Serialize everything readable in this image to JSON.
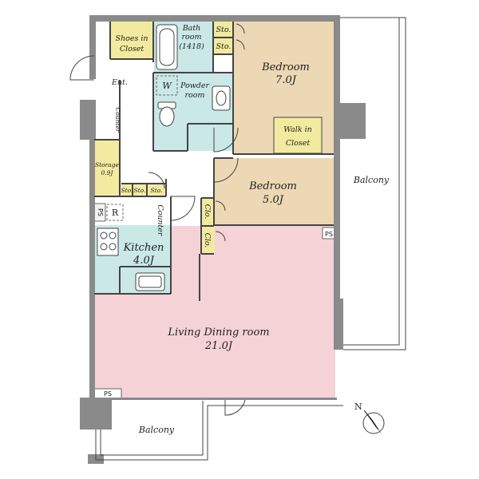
{
  "colors": {
    "living": "#f5d2d5",
    "bedroom": "#ecd8b4",
    "closet": "#f2ea9e",
    "wet": "#c9e8e6",
    "wall": "#8a8a8a",
    "line": "#444444"
  },
  "rooms": {
    "shoes_closet": {
      "line1": "Shoes in",
      "line2": "Closet"
    },
    "bathroom": {
      "line1": "Bath",
      "line2": "room",
      "line3": "(1418)"
    },
    "storage_top1": "Sto.",
    "storage_top2": "Sto.",
    "bedroom1": {
      "name": "Bedroom",
      "size": "7.0J"
    },
    "entrance": "Ent.",
    "washer": "W",
    "powder_room": {
      "line1": "Powder",
      "line2": "room"
    },
    "counter_upper": "Counter",
    "walk_in_closet": {
      "line1": "Walk in",
      "line2": "Closet"
    },
    "storage_side": {
      "line1": "Storage",
      "line2": "0.9J"
    },
    "storage_small1": "Sto.",
    "storage_small2": "Sto.",
    "storage_small3": "Sto.",
    "bedroom2": {
      "name": "Bedroom",
      "size": "5.0J"
    },
    "closet1": "Clo.",
    "closet2": "Clo.",
    "refrigerator": "R",
    "counter_lower": "Counter",
    "kitchen": {
      "name": "Kitchen",
      "size": "4.0J"
    },
    "living_dining": {
      "name": "Living Dining room",
      "size": "21.0J"
    },
    "balcony_east": "Balcony",
    "balcony_south": "Balcony",
    "ps1": "PS",
    "ps2": "PS",
    "ps3": "PS"
  },
  "compass": {
    "label": "N"
  }
}
